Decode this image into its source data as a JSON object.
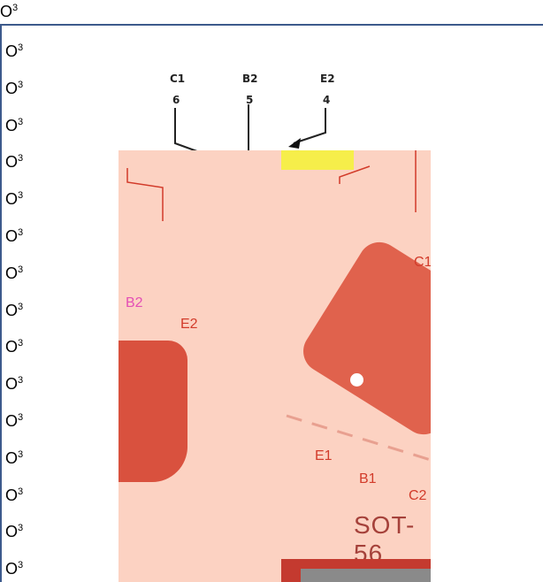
{
  "row_label": {
    "base": "O",
    "sup": "3"
  },
  "schematic_pins": [
    {
      "name": "C1",
      "number": "6"
    },
    {
      "name": "B2",
      "number": "5"
    },
    {
      "name": "E2",
      "number": "4"
    }
  ],
  "picture_labels": {
    "c1": "C1",
    "b2": "B2",
    "e2": "E2",
    "e1": "E1",
    "b1": "B1",
    "c2": "C2",
    "package": "SOT-56"
  },
  "colors": {
    "frame": "#3d5a8c",
    "picture_bg": "#fcd2c2",
    "chip": "#e0624d",
    "highlight": "#f6ee4a",
    "label": "#d23b2a"
  }
}
